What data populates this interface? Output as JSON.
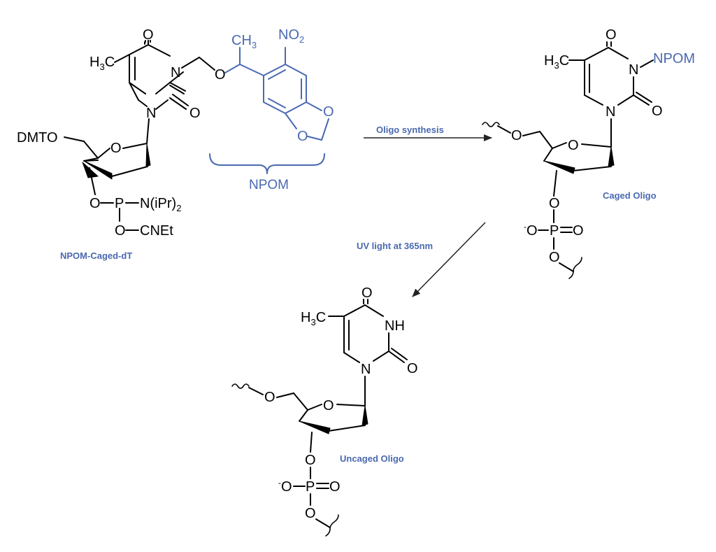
{
  "colors": {
    "bond": "#000000",
    "npom_blue": "#4a69b0",
    "caption_blue": "#4a69b0",
    "background": "#ffffff"
  },
  "molecule1": {
    "caption": "NPOM-Caged-dT",
    "methyl": "H",
    "methyl_sub": "3",
    "methyl_c": "C",
    "carbonyl_o_top": "O",
    "carbonyl_o_right": "O",
    "n3": "N",
    "n1": "N",
    "dmto": "DMTO",
    "ring_o": "O",
    "o3": "O",
    "p": "P",
    "niPr": "N(iPr)",
    "niPr_sub": "2",
    "o_cnet": "O",
    "cnet": "CNEt",
    "linker_o": "O",
    "npom_ch3": "CH",
    "npom_ch3_sub": "3",
    "npom_no2": "NO",
    "npom_no2_sub": "2",
    "npom_o1": "O",
    "npom_o2": "O",
    "npom_brace_label": "NPOM"
  },
  "arrow1": {
    "label": "Oligo synthesis"
  },
  "molecule2": {
    "caption": "Caged Oligo",
    "methyl": "H",
    "methyl_sub": "3",
    "methyl_c": "C",
    "carbonyl_o_top": "O",
    "carbonyl_o_right": "O",
    "n3": "N",
    "n3_sub": "NPOM",
    "n1": "N",
    "o5": "O",
    "ring_o": "O",
    "o3": "O",
    "phosphate_o_minus": "O",
    "phosphate_charge": "-",
    "p": "P",
    "phosphate_o_double": "O",
    "o_bottom": "O"
  },
  "arrow2": {
    "label": "UV light at 365nm"
  },
  "molecule3": {
    "caption": "Uncaged Oligo",
    "methyl": "H",
    "methyl_sub": "3",
    "methyl_c": "C",
    "carbonyl_o_top": "O",
    "carbonyl_o_right": "O",
    "nh": "NH",
    "n1": "N",
    "o5": "O",
    "ring_o": "O",
    "o3": "O",
    "phosphate_o_minus": "O",
    "phosphate_charge": "-",
    "p": "P",
    "phosphate_o_double": "O",
    "o_bottom": "O"
  }
}
